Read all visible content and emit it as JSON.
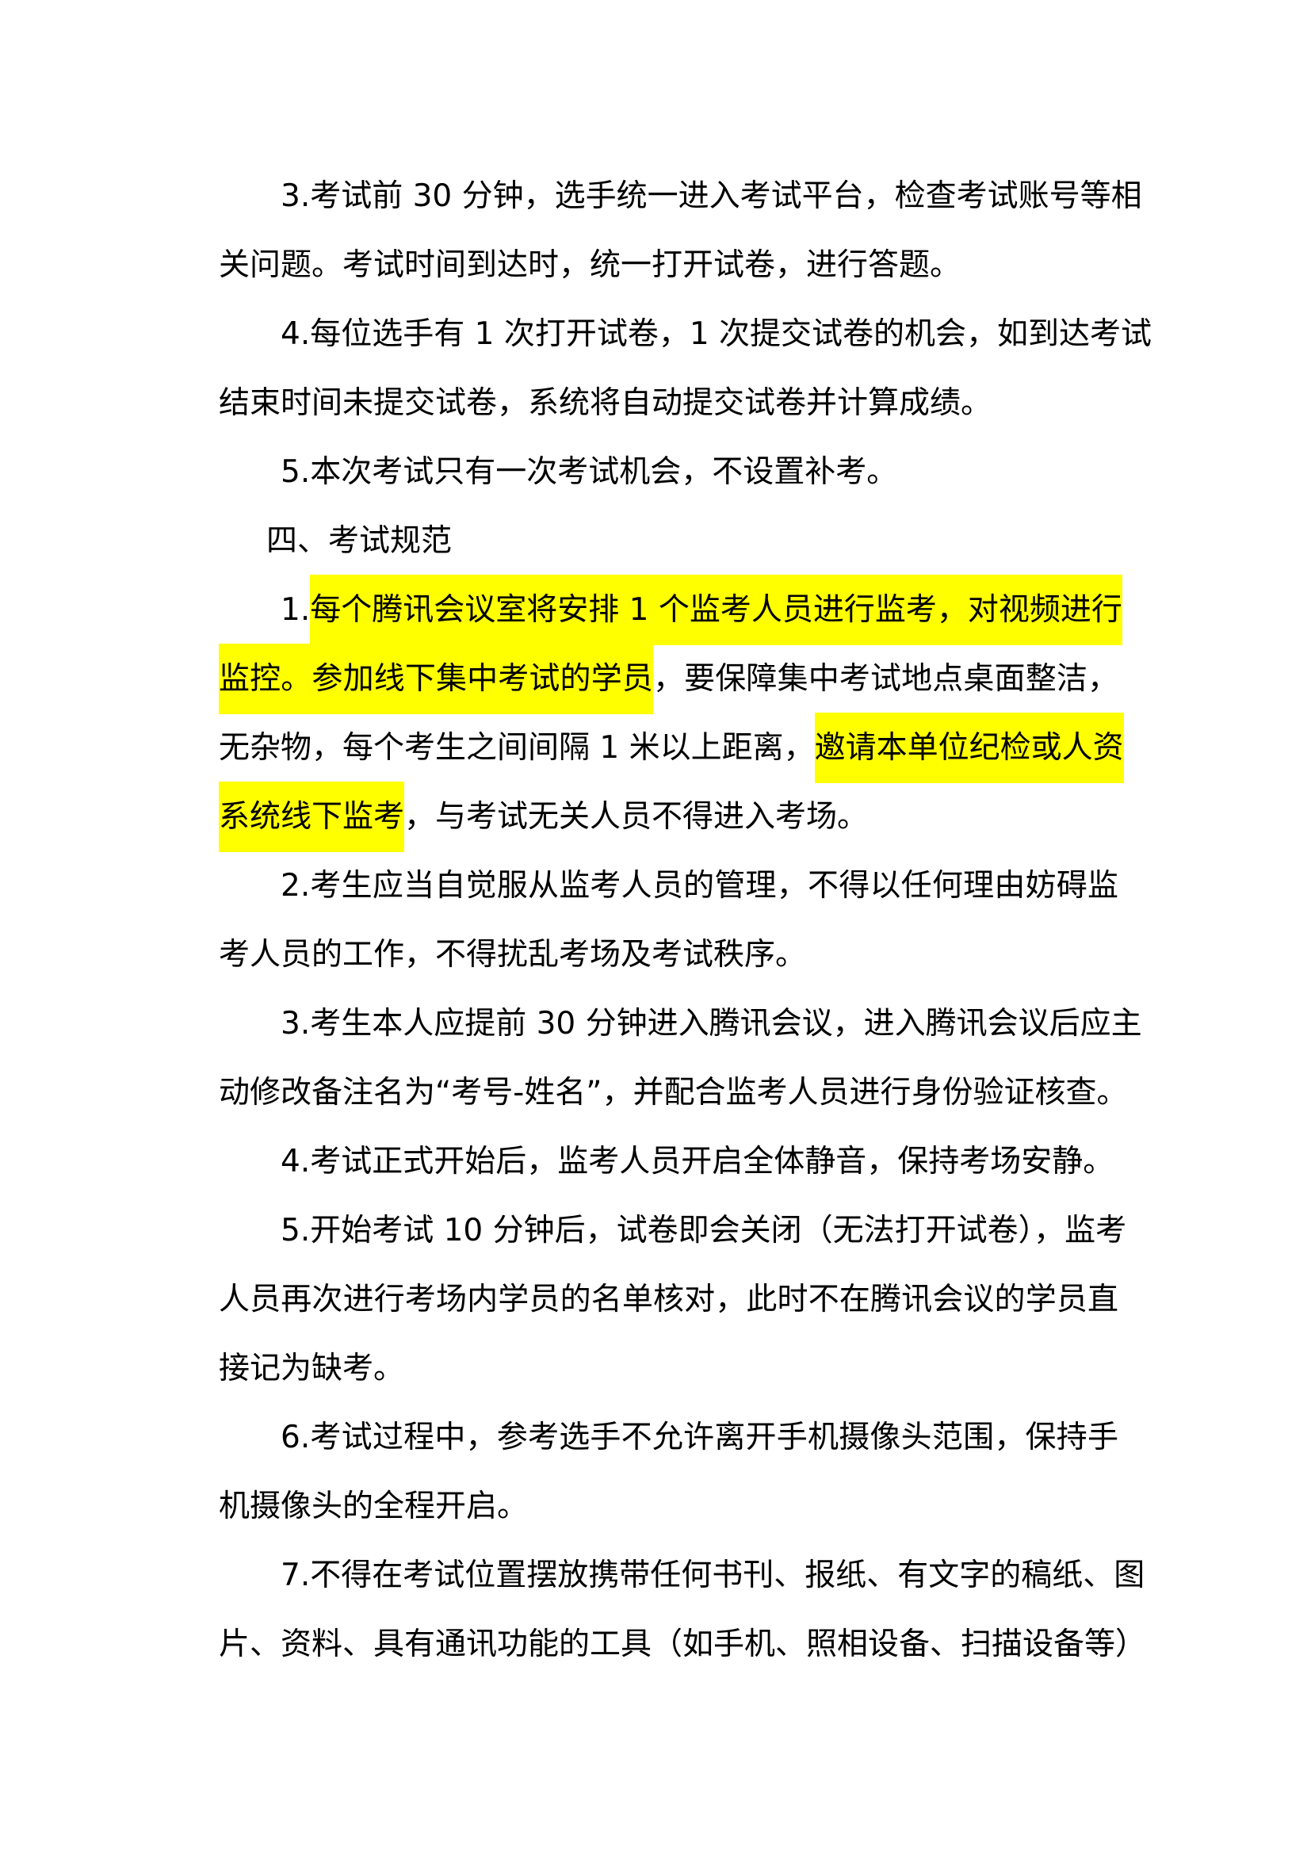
{
  "highlight_color": "#ffff00",
  "paragraphs": [
    {
      "type": "item",
      "lines": [
        [
          {
            "t": "3.考试前 30 分钟，选手统一进入考试平台，检查考试账号等相"
          }
        ],
        [
          {
            "t": "关问题。考试时间到达时，统一打开试卷，进行答题。"
          }
        ]
      ]
    },
    {
      "type": "item",
      "lines": [
        [
          {
            "t": "4.每位选手有 1 次打开试卷，1 次提交试卷的机会，如到达考试"
          }
        ],
        [
          {
            "t": "结束时间未提交试卷，系统将自动提交试卷并计算成绩。"
          }
        ]
      ]
    },
    {
      "type": "item",
      "lines": [
        [
          {
            "t": "5.本次考试只有一次考试机会，不设置补考。"
          }
        ]
      ]
    },
    {
      "type": "heading",
      "lines": [
        [
          {
            "t": "四、考试规范"
          }
        ]
      ]
    },
    {
      "type": "item",
      "lines": [
        [
          {
            "t": "1."
          },
          {
            "t": "每个腾讯会议室将安排 1 个监考人员进行监考，对视频进行",
            "hl": true
          }
        ],
        [
          {
            "t": "监控。参加线下集中考试的学员",
            "hl": true
          },
          {
            "t": "，要保障集中考试地点桌面整洁，"
          }
        ],
        [
          {
            "t": "无杂物，每个考生之间间隔 1 米以上距离，"
          },
          {
            "t": "邀请本单位纪检或人资",
            "hl": true
          }
        ],
        [
          {
            "t": "系统线下监考",
            "hl": true
          },
          {
            "t": "，与考试无关人员不得进入考场。"
          }
        ]
      ]
    },
    {
      "type": "item",
      "lines": [
        [
          {
            "t": "2.考生应当自觉服从监考人员的管理，不得以任何理由妨碍监"
          }
        ],
        [
          {
            "t": "考人员的工作，不得扰乱考场及考试秩序。"
          }
        ]
      ]
    },
    {
      "type": "item",
      "lines": [
        [
          {
            "t": "3.考生本人应提前 30 分钟进入腾讯会议，进入腾讯会议后应主"
          }
        ],
        [
          {
            "t": "动修改备注名为“考号-姓名”，并配合监考人员进行身份验证核查。"
          }
        ]
      ]
    },
    {
      "type": "item",
      "lines": [
        [
          {
            "t": "4.考试正式开始后，监考人员开启全体静音，保持考场安静。"
          }
        ]
      ]
    },
    {
      "type": "item",
      "lines": [
        [
          {
            "t": "5.开始考试 10 分钟后，试卷即会关闭（无法打开试卷），监考"
          }
        ],
        [
          {
            "t": "人员再次进行考场内学员的名单核对，此时不在腾讯会议的学员直"
          }
        ],
        [
          {
            "t": "接记为缺考。"
          }
        ]
      ]
    },
    {
      "type": "item",
      "lines": [
        [
          {
            "t": "6.考试过程中，参考选手不允许离开手机摄像头范围，保持手"
          }
        ],
        [
          {
            "t": "机摄像头的全程开启。"
          }
        ]
      ]
    },
    {
      "type": "item",
      "lines": [
        [
          {
            "t": "7.不得在考试位置摆放携带任何书刊、报纸、有文字的稿纸、图"
          }
        ],
        [
          {
            "t": "片、资料、具有通讯功能的工具（如手机、照相设备、扫描设备等）"
          }
        ]
      ]
    }
  ]
}
